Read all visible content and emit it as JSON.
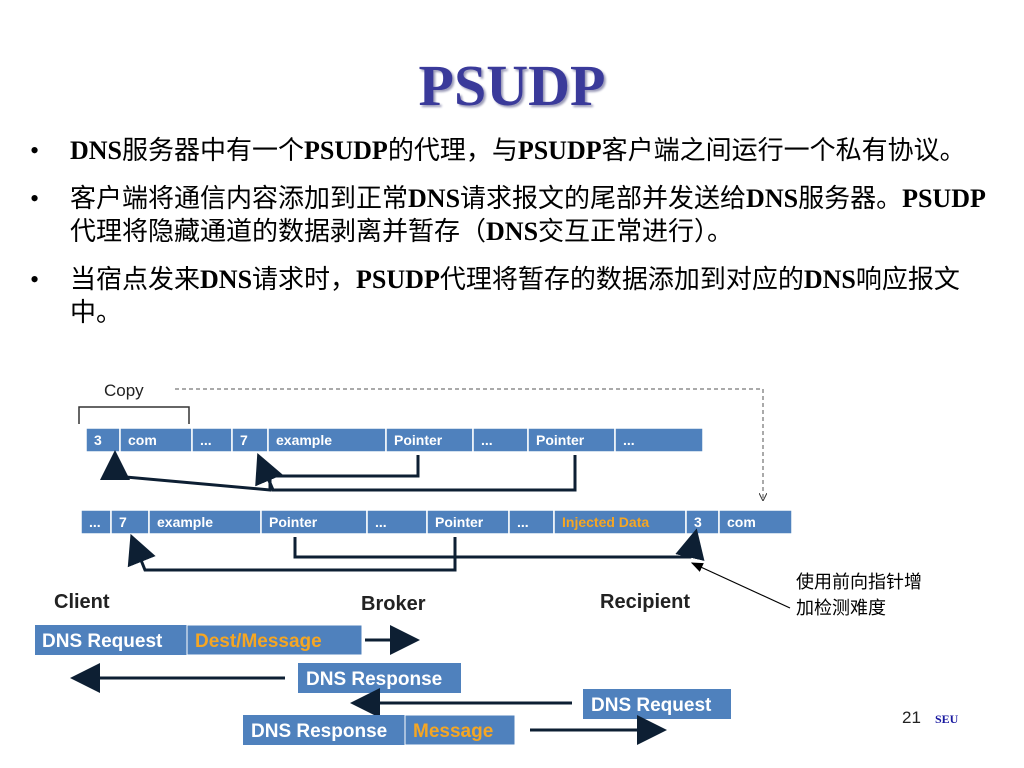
{
  "slide": {
    "title": "PSUDP",
    "bullets": [
      {
        "parts": [
          {
            "t": "DNS",
            "b": true
          },
          {
            "t": "服务器中有一个",
            "b": false
          },
          {
            "t": "PSUDP",
            "b": true
          },
          {
            "t": "的代理，与",
            "b": false
          },
          {
            "t": "PSUDP",
            "b": true
          },
          {
            "t": "客户端之间运行一个私有协议。",
            "b": false
          }
        ]
      },
      {
        "parts": [
          {
            "t": "客户端将通信内容添加到正常",
            "b": false
          },
          {
            "t": "DNS",
            "b": true
          },
          {
            "t": "请求报文的尾部并发送给",
            "b": false
          },
          {
            "t": "DNS",
            "b": true
          },
          {
            "t": "服务器。",
            "b": false
          },
          {
            "t": "PSUDP",
            "b": true
          },
          {
            "t": "代理将隐藏通道的数据剥离并暂存（",
            "b": false
          },
          {
            "t": "DNS",
            "b": true
          },
          {
            "t": "交互正常进行）。",
            "b": false
          }
        ]
      },
      {
        "parts": [
          {
            "t": "当宿点发来",
            "b": false
          },
          {
            "t": "DNS",
            "b": true
          },
          {
            "t": "请求时，",
            "b": false
          },
          {
            "t": "PSUDP",
            "b": true
          },
          {
            "t": "代理将暂存的数据添加到对应的",
            "b": false
          },
          {
            "t": "DNS",
            "b": true
          },
          {
            "t": "响应报文中。",
            "b": false
          }
        ]
      }
    ],
    "bullet_char": "•",
    "page_number": "21",
    "footer_logo": "SEU"
  },
  "diagram": {
    "copy_label": "Copy",
    "top_row": [
      "3",
      "com",
      "...",
      "7",
      "example",
      "Pointer",
      "...",
      "Pointer",
      "..."
    ],
    "bottom_row": [
      "...",
      "7",
      "example",
      "Pointer",
      "...",
      "Pointer",
      "...",
      "Injected Data",
      "3",
      "com"
    ],
    "note": "使用前向指针增加检测难度",
    "roles": [
      "Client",
      "Broker",
      "Recipient"
    ],
    "messages": {
      "client_request": "DNS Request",
      "client_payload": "Dest/Message",
      "broker_response": "DNS Response",
      "recipient_request": "DNS Request",
      "final_response": "DNS Response",
      "final_payload": "Message"
    },
    "colors": {
      "segment_fill": "#4f81bd",
      "injected_text": "#f5a623",
      "title": "#3a3a9a",
      "arrow": "#0d1f33"
    }
  }
}
